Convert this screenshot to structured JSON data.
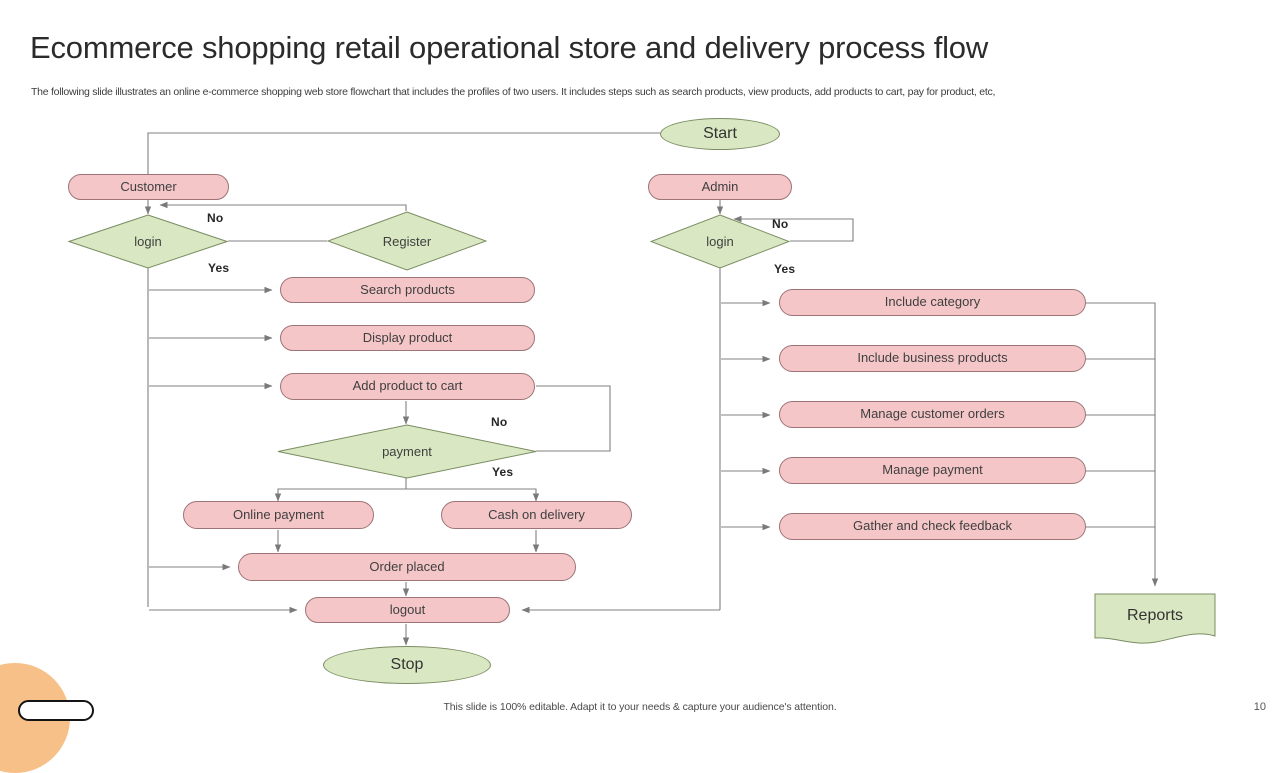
{
  "header": {
    "title": "Ecommerce shopping retail operational store and delivery process flow",
    "subtitle": "The following slide illustrates an online e-commerce shopping web store flowchart that includes the profiles of two users. It includes steps such as search products, view products, add products to cart, pay for product, etc,"
  },
  "footer": {
    "note": "This slide is 100% editable. Adapt it to your needs & capture your audience's attention.",
    "page_number": "10"
  },
  "colors": {
    "process_fill": "#f5c6c8",
    "process_stroke": "#9e7477",
    "terminator_fill": "#d9e8c2",
    "terminator_stroke": "#7b8c62",
    "connector": "#808080",
    "accent_blob": "#f7c088"
  },
  "flow": {
    "start": {
      "label": "Start"
    },
    "stop": {
      "label": "Stop"
    },
    "customer": {
      "label": "Customer"
    },
    "admin": {
      "label": "Admin"
    },
    "customer_login": {
      "label": "login"
    },
    "register": {
      "label": "Register"
    },
    "admin_login": {
      "label": "login"
    },
    "payment_decision": {
      "label": "payment"
    },
    "reports": {
      "label": "Reports"
    },
    "customer_steps": [
      {
        "label": "Search products"
      },
      {
        "label": "Display product"
      },
      {
        "label": "Add product to cart"
      }
    ],
    "payment_options": [
      {
        "label": "Online payment"
      },
      {
        "label": "Cash on delivery"
      }
    ],
    "order_placed": {
      "label": "Order placed"
    },
    "logout": {
      "label": "logout"
    },
    "admin_steps": [
      {
        "label": "Include category"
      },
      {
        "label": "Include business products"
      },
      {
        "label": "Manage customer orders"
      },
      {
        "label": "Manage payment"
      },
      {
        "label": "Gather and check feedback"
      }
    ],
    "edge_labels": {
      "customer_login_no": "No",
      "customer_login_yes": "Yes",
      "admin_login_no": "No",
      "admin_login_yes": "Yes",
      "payment_no": "No",
      "payment_yes": "Yes"
    }
  }
}
